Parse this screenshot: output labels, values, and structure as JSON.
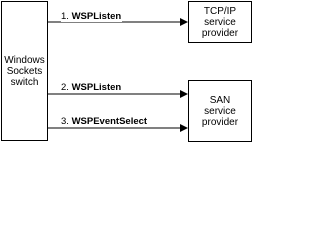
{
  "diagram": {
    "nodes": {
      "switch": {
        "text": "Windows\nSockets\nswitch"
      },
      "tcp": {
        "text": "TCP/IP\nservice\nprovider"
      },
      "san": {
        "text": "SAN\nservice\nprovider"
      }
    },
    "edges": [
      {
        "number": "1.",
        "function": "WSPListen",
        "from": "switch",
        "to": "tcp"
      },
      {
        "number": "2.",
        "function": "WSPListen",
        "from": "switch",
        "to": "san"
      },
      {
        "number": "3.",
        "function": "WSPEventSelect",
        "from": "switch",
        "to": "san"
      }
    ]
  }
}
